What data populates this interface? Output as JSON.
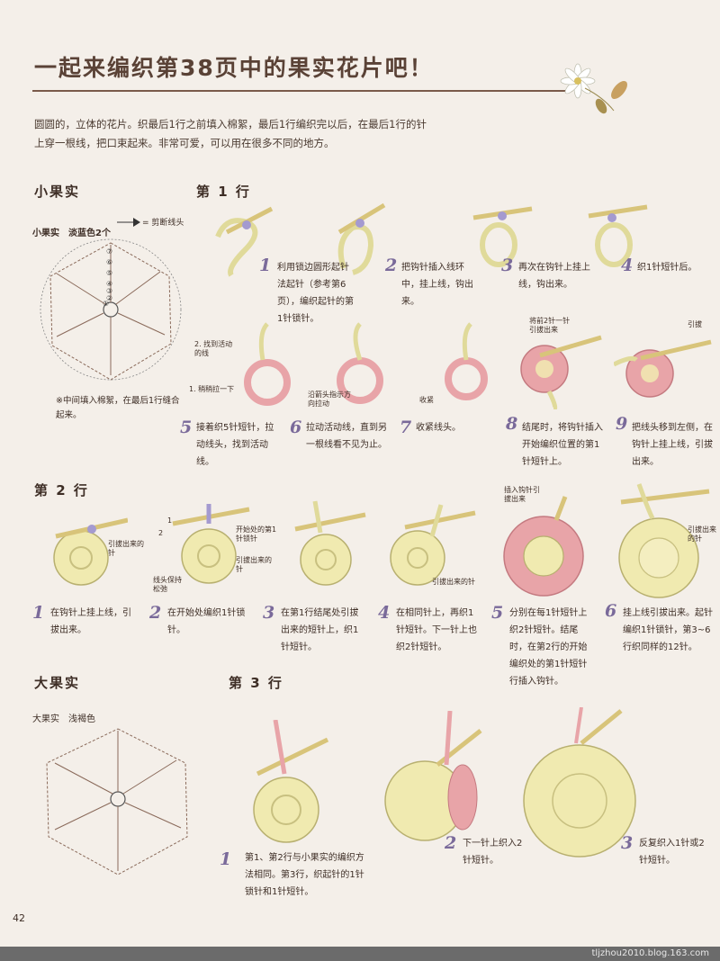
{
  "title": "一起来编织第38页中的果实花片吧！",
  "intro": "圆圆的，立体的花片。织最后1行之前填入棉絮，最后1行编织完以后，在最后1行的针上穿一根线，把口束起来。非常可爱，可以用在很多不同的地方。",
  "small_fruit": {
    "heading": "小果实",
    "label": "小果实　淡蓝色2个",
    "legend": "= 剪断线头",
    "note": "※中间填入棉絮，在最后1行缝合起来。",
    "round_numbers": [
      "⑦",
      "⑥",
      "⑤",
      "④",
      "③",
      "②",
      "①"
    ]
  },
  "big_fruit": {
    "heading": "大果实",
    "label": "大果实　浅褐色"
  },
  "row1": {
    "heading": "第 1 行",
    "steps": [
      {
        "num": "1",
        "text": "利用锁边圆形起针法起针（参考第6页），编织起针的第1针锁针。"
      },
      {
        "num": "2",
        "text": "把钩针插入线环中，挂上线，钩出来。"
      },
      {
        "num": "3",
        "text": "再次在钩针上挂上线，钩出来。"
      },
      {
        "num": "4",
        "text": "织1针短针后。"
      },
      {
        "num": "5",
        "text": "接着织5针短针，拉动线头，找到活动线。"
      },
      {
        "num": "6",
        "text": "拉动活动线，直到另一根线看不见为止。"
      },
      {
        "num": "7",
        "text": "收紧线头。"
      },
      {
        "num": "8",
        "text": "结尾时，将钩针插入开始编织位置的第1针短针上。"
      },
      {
        "num": "9",
        "text": "把线头移到左侧，在钩针上挂上线，引拔出来。"
      }
    ],
    "labels": {
      "find_active": "2. 找到活动的线",
      "pull_lightly": "1. 稍稍拉一下",
      "arrow_pull": "沿箭头指示方向拉动",
      "tighten": "收紧",
      "pull_through_2": "将前2针一针引拔出来",
      "pull_through": "引拔"
    }
  },
  "row2": {
    "heading": "第 2 行",
    "steps": [
      {
        "num": "1",
        "text": "在钩针上挂上线，引拔出来。"
      },
      {
        "num": "2",
        "text": "在开始处编织1针锁针。"
      },
      {
        "num": "3",
        "text": "在第1行结尾处引拔出来的短针上，织1针短针。"
      },
      {
        "num": "4",
        "text": "在相同针上，再织1针短针。下一针上也织2针短针。"
      },
      {
        "num": "5",
        "text": "分别在每1针短针上织2针短针。结尾时，在第2行的开始编织处的第1针短针行插入钩针。"
      },
      {
        "num": "6",
        "text": "挂上线引拔出来。起针编织1针锁针，第3~6行织同样的12针。"
      }
    ],
    "labels": {
      "pulled_stitch": "引拔出来的针",
      "start_chain": "开始处的第1针锁针",
      "pulled_stitch_b": "引拔出来的针",
      "tail_loose": "线头保持松弛",
      "pulled_stitch_c": "引拔出来的针",
      "insert_hook": "插入钩针引拔出来",
      "pulled_stitch_d": "引拔出来的针",
      "n1": "1",
      "n2": "2"
    }
  },
  "row3": {
    "heading": "第 3 行",
    "steps": [
      {
        "num": "1",
        "text": "第1、第2行与小果实的编织方法相同。第3行，织起针的1针锁针和1针短针。"
      },
      {
        "num": "2",
        "text": "下一针上织入2针短针。"
      },
      {
        "num": "3",
        "text": "反复织入1针或2针短针。"
      }
    ]
  },
  "page_number": "42",
  "site": "tljzhou2010.blog.163.com",
  "colors": {
    "background": "#f4efe9",
    "yarn_yellow": "#f0eab0",
    "yarn_pink": "#e8a4a8",
    "hook": "#e8d89a",
    "accent_purple": "#7a6a9a"
  }
}
